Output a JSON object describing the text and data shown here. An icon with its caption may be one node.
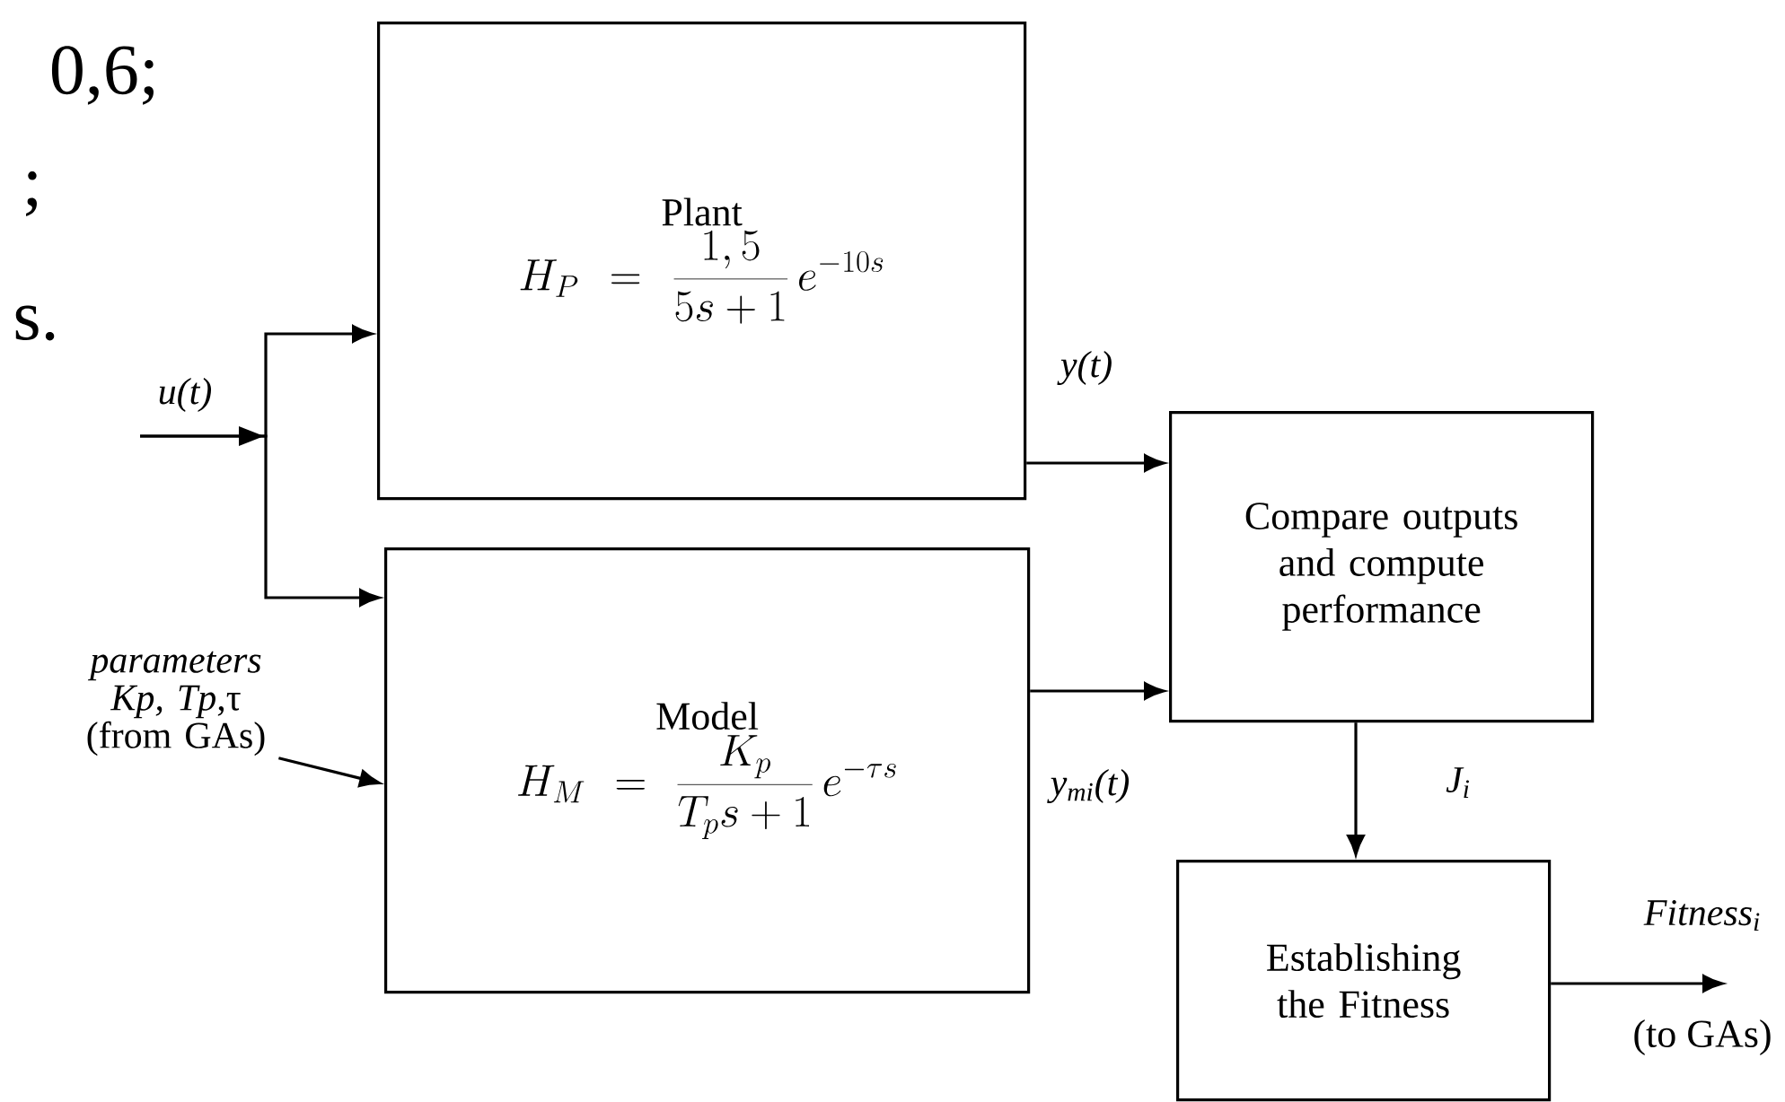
{
  "diagram": {
    "nodes": [
      {
        "text": [
          "Plant",
          "H_P = \\frac{1,5}{5s+1}\\,e^{-10s}"
        ]
      },
      {
        "text": [
          "Model",
          "H_M = \\frac{K_p}{T_p s+1}\\,e^{-\\tau s}"
        ]
      },
      {
        "text": [
          "Compare outputs and compute performance"
        ]
      },
      {
        "text": [
          "Establishing the Fitness"
        ]
      },
      {
        "text": [
          "*parameters Kp, Tp*,τ (from GAs)"
        ]
      }
    ],
    "edges": [
      {
        "from": null,
        "to": 0,
        "arrow": "to",
        "label": "u(t)"
      },
      {
        "from": null,
        "to": 1,
        "arrow": "to"
      },
      {
        "from": 4,
        "to": 1,
        "arrow": "to"
      },
      {
        "from": 0,
        "to": 2,
        "arrow": "to",
        "label": "y(t)"
      },
      {
        "from": 1,
        "to": 2,
        "arrow": "to",
        "label": "y$_{mi}$(t)"
      },
      {
        "from": 2,
        "to": 3,
        "arrow": "to",
        "label": "J$_{i}$"
      },
      {
        "from": 3,
        "to": null,
        "arrow": "to",
        "label": "Fitness$_{i}$"
      }
    ],
    "labels": [
      "0,6;",
      ";",
      "s.",
      "(to GAs)"
    ]
  }
}
